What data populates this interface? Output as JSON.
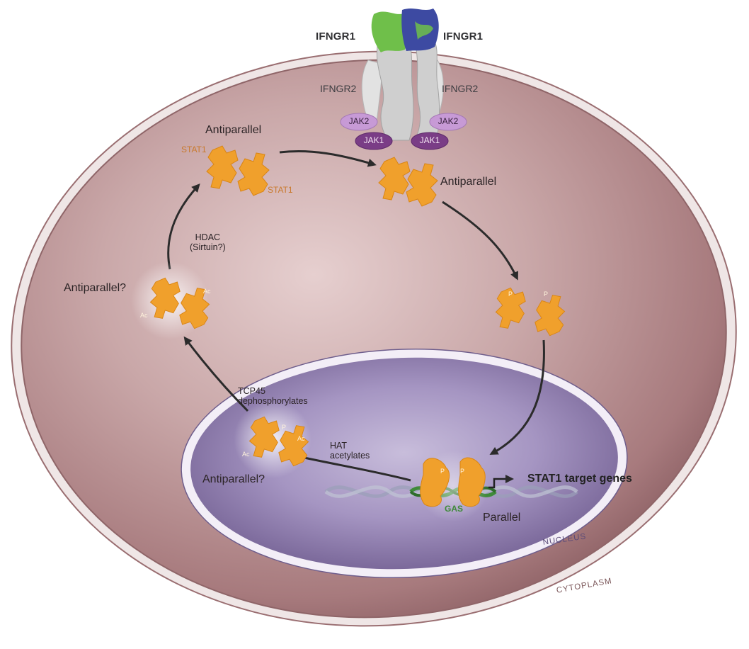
{
  "receptors": {
    "ifngr1_left": "IFNGR1",
    "ifngr1_right": "IFNGR1",
    "ifngr2_left": "IFNGR2",
    "ifngr2_right": "IFNGR2",
    "jak2_left": "JAK2",
    "jak2_right": "JAK2",
    "jak1_left": "JAK1",
    "jak1_right": "JAK1"
  },
  "dimers": {
    "top_left": "Antiparallel",
    "top_right": "Antiparallel",
    "left_mid": "Antiparallel?",
    "nucleus_left": "Antiparallel?",
    "dna_bound": "Parallel",
    "stat_upper": "STAT1",
    "stat_lower": "STAT1"
  },
  "mods": {
    "p": "P",
    "ac": "Ac"
  },
  "steps": {
    "hdac_line1": "HDAC",
    "hdac_line2": "(Sirtuin?)",
    "tcp_line1": "TCP45",
    "tcp_line2": "dephosphorylates",
    "hat_line1": "HAT",
    "hat_line2": "acetylates"
  },
  "dna": {
    "gas": "GAS",
    "target": "STAT1 target genes"
  },
  "compartments": {
    "nucleus": "NUCLEUS",
    "cytoplasm": "CYTOPLASM"
  },
  "colors": {
    "cell": "#b58a8c",
    "nucleus": "#8b79a6",
    "stat": "#f0a02c",
    "jak2": "#c79ad6",
    "jak1": "#7a3d86",
    "ifng_green": "#6fbf4a",
    "ifng_blue": "#3d4aa2"
  }
}
